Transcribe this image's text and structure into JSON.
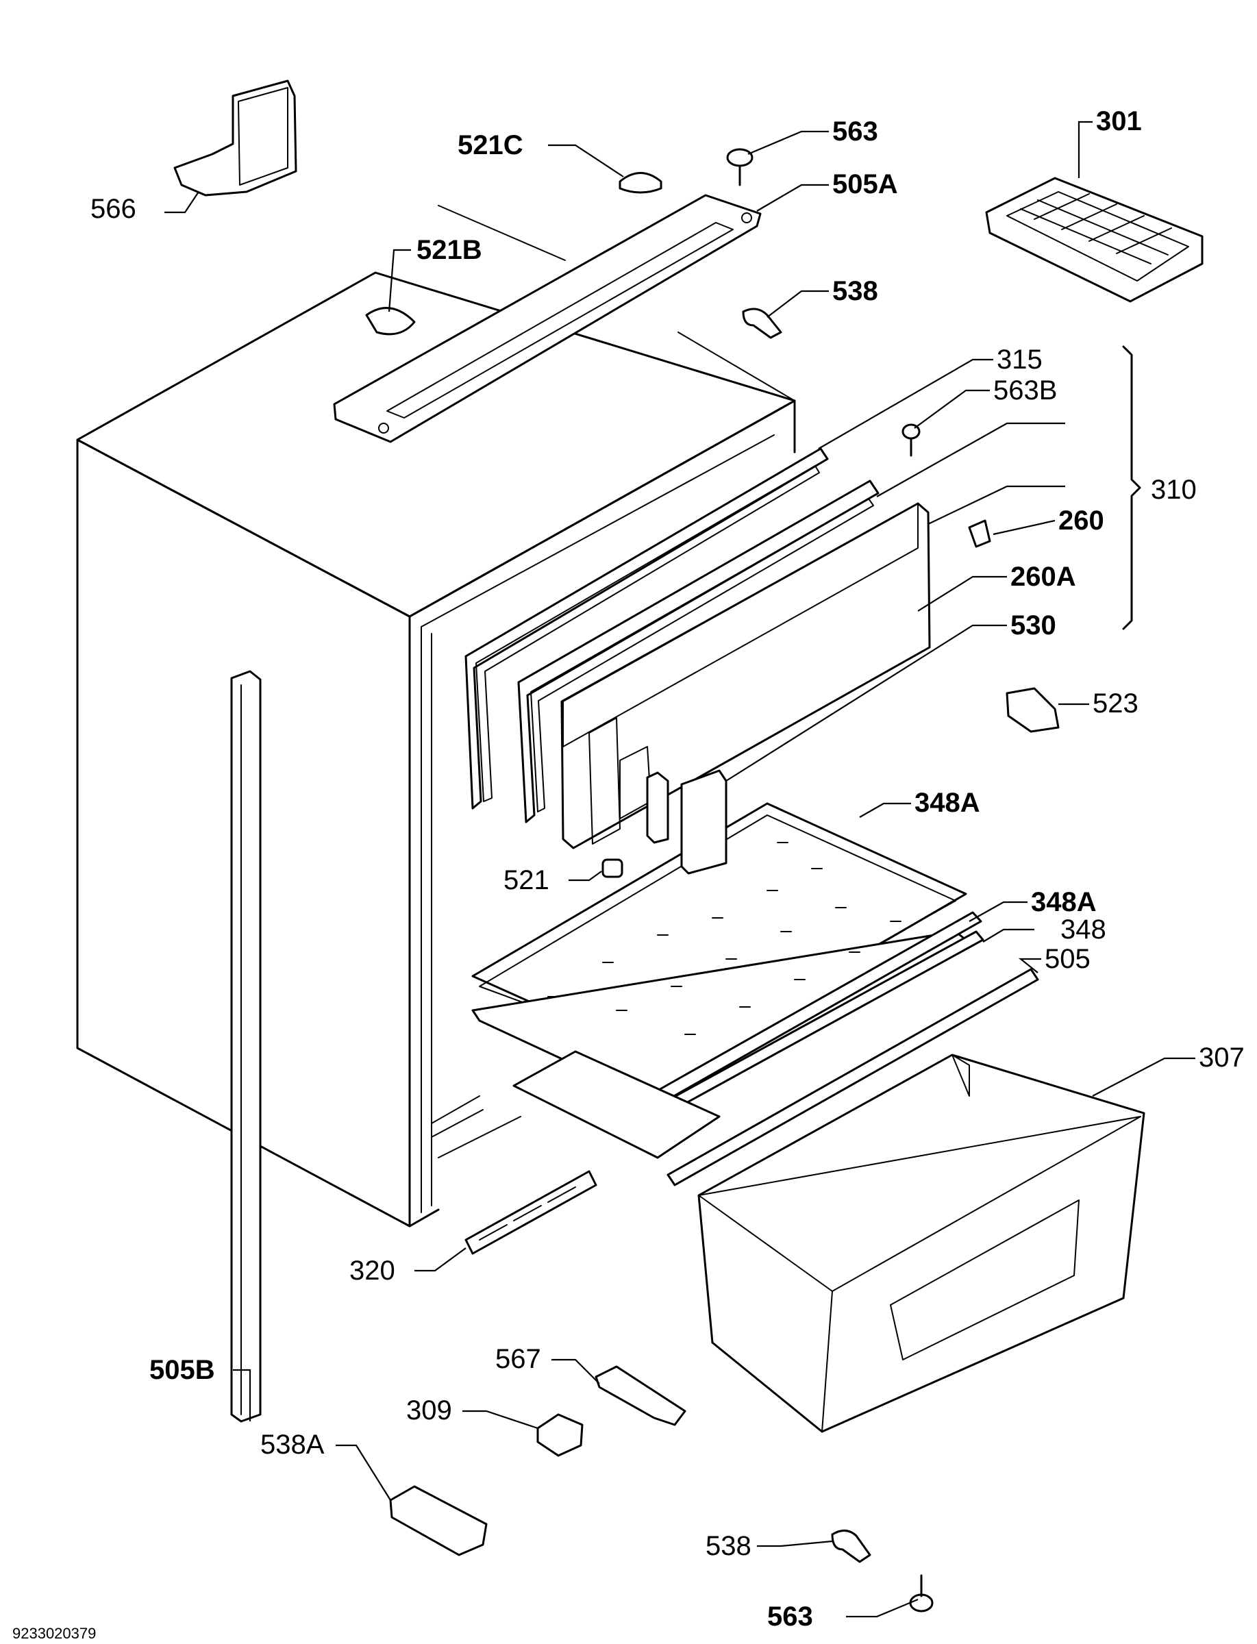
{
  "doc_code": "9233020379",
  "labels": {
    "l566": "566",
    "l521c": "521C",
    "l563_top": "563",
    "l505a": "505A",
    "l301": "301",
    "l521b": "521B",
    "l538_top": "538",
    "l315": "315",
    "l563b": "563B",
    "l310": "310",
    "l260": "260",
    "l260a": "260A",
    "l530": "530",
    "l523": "523",
    "l348a_1": "348A",
    "l521": "521",
    "l348a_2": "348A",
    "l348": "348",
    "l505": "505",
    "l307": "307",
    "l320": "320",
    "l505b": "505B",
    "l567": "567",
    "l309": "309",
    "l538a": "538A",
    "l538_bot": "538",
    "l563_bot": "563"
  }
}
